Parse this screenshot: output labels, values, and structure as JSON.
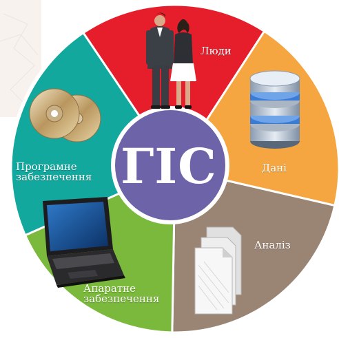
{
  "center": {
    "label": "ГІС",
    "color": "#6d63a8"
  },
  "segments": [
    {
      "label_lines": [
        "Люди"
      ],
      "color": "#e61e2b",
      "icon": "people-icon"
    },
    {
      "label_lines": [
        "Дані"
      ],
      "color": "#f6a640",
      "icon": "database-icon"
    },
    {
      "label_lines": [
        "Аналіз"
      ],
      "color": "#9a8474",
      "icon": "documents-icon"
    },
    {
      "label_lines": [
        "Апаратне",
        "забезпечення"
      ],
      "color": "#7ab93b",
      "icon": "laptop-icon"
    },
    {
      "label_lines": [
        "Програмне",
        "забезпечення"
      ],
      "color": "#13a89e",
      "icon": "discs-icon"
    }
  ]
}
